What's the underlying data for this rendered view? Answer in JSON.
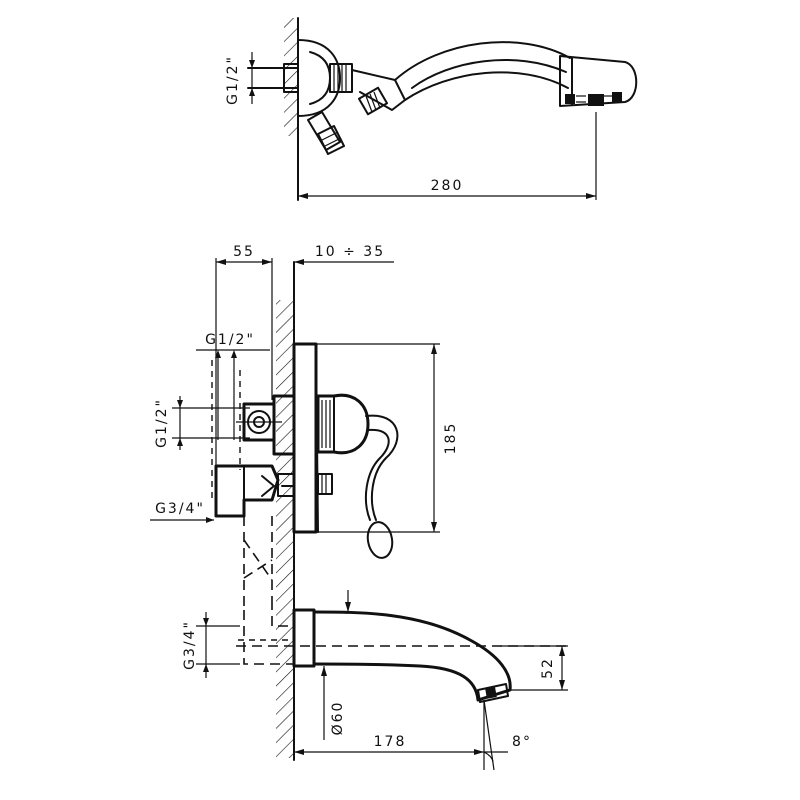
{
  "top_view": {
    "thread_inlet": "G1/2\"",
    "length": "280"
  },
  "bottom_view": {
    "width_back": "55",
    "depth_range": "10 ÷ 35",
    "thread_top": "G1/2\"",
    "thread_side": "G1/2\"",
    "thread_lower": "G3/4\"",
    "thread_spout": "G3/4\"",
    "height_plate": "185",
    "spout_height": "52",
    "spout_diameter": "Ø60",
    "spout_length": "178",
    "spout_angle": "8°"
  }
}
